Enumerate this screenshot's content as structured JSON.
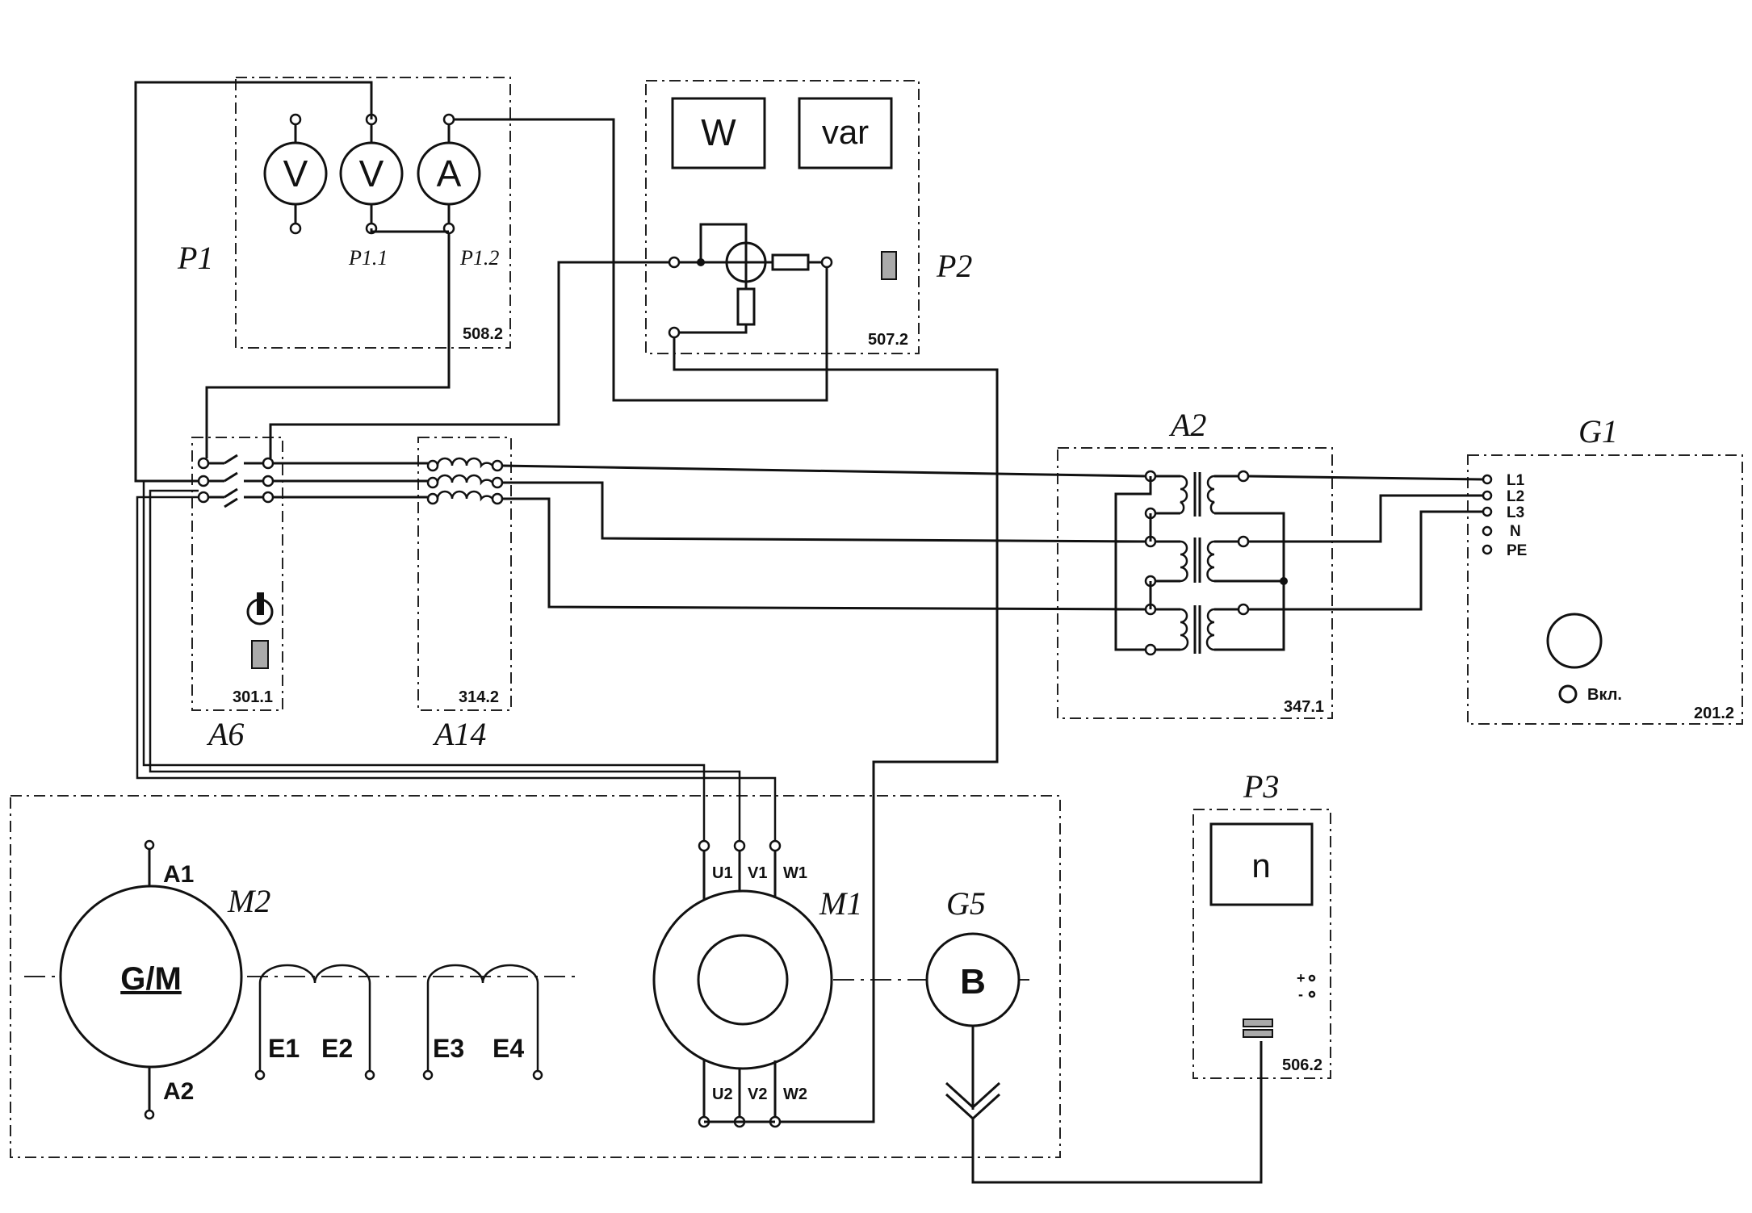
{
  "blocks": {
    "p1": {
      "label": "P1",
      "code": "508.2",
      "sub1": "P1.1",
      "sub2": "P1.2"
    },
    "p2": {
      "label": "P2",
      "code": "507.2",
      "meter_w": "W",
      "meter_var": "var"
    },
    "a6": {
      "label": "A6",
      "code": "301.1"
    },
    "a14": {
      "label": "A14",
      "code": "314.2"
    },
    "a2": {
      "label": "A2",
      "code": "347.1"
    },
    "g1": {
      "label": "G1",
      "code": "201.2",
      "terminals": [
        "L1",
        "L2",
        "L3",
        "N",
        "PE"
      ],
      "switch_label": "Вкл."
    },
    "p3": {
      "label": "P3",
      "code": "506.2",
      "display": "n",
      "plus": "+",
      "minus": "-"
    },
    "m1": {
      "label": "M1",
      "top_terminals": [
        "U1",
        "V1",
        "W1"
      ],
      "bottom_terminals": [
        "U2",
        "V2",
        "W2"
      ]
    },
    "g5": {
      "label": "G5",
      "symbol": "B"
    },
    "m2": {
      "label": "M2",
      "symbol": "G/M",
      "a1": "A1",
      "a2": "A2",
      "e1": "E1",
      "e2": "E2",
      "e3": "E3",
      "e4": "E4"
    }
  },
  "meters": {
    "v1": "V",
    "v2": "V",
    "a": "A"
  }
}
